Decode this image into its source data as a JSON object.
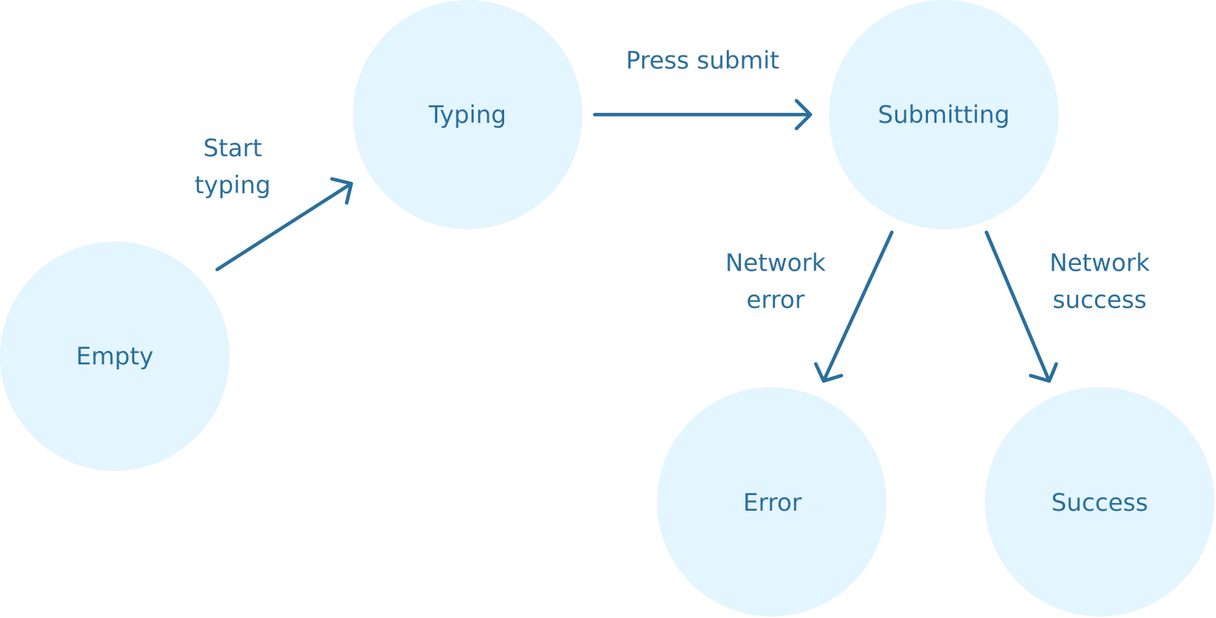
{
  "colors": {
    "node_fill": "#e3f5fe",
    "ink": "#2b6f9c"
  },
  "nodes": {
    "empty": "Empty",
    "typing": "Typing",
    "submitting": "Submitting",
    "error": "Error",
    "success": "Success"
  },
  "edges": {
    "start_typing": [
      "Start",
      "typing"
    ],
    "press_submit": "Press submit",
    "network_error": [
      "Network",
      "error"
    ],
    "network_success": [
      "Network",
      "success"
    ]
  }
}
